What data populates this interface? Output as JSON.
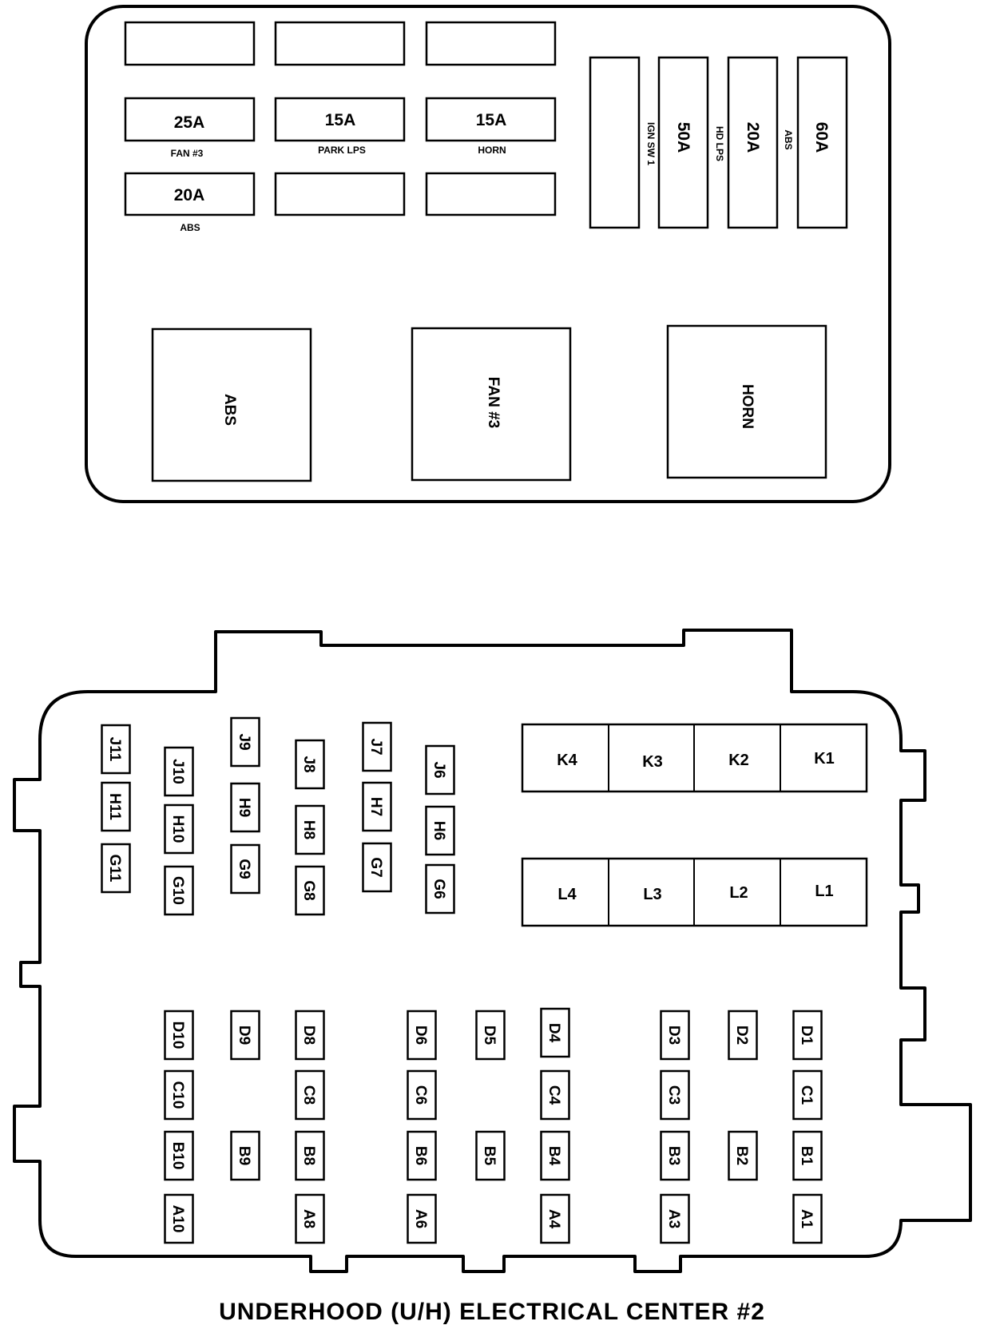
{
  "top_panel": {
    "fuses": [
      {
        "id": "f-r1c1",
        "value": "",
        "label": ""
      },
      {
        "id": "f-r1c2",
        "value": "",
        "label": ""
      },
      {
        "id": "f-r1c3",
        "value": "",
        "label": ""
      },
      {
        "id": "f-r2c1",
        "value": "25A",
        "label": "FAN #3"
      },
      {
        "id": "f-r2c2",
        "value": "15A",
        "label": "PARK LPS"
      },
      {
        "id": "f-r2c3",
        "value": "15A",
        "label": "HORN"
      },
      {
        "id": "f-r3c1",
        "value": "20A",
        "label": "ABS"
      },
      {
        "id": "f-r3c2",
        "value": "",
        "label": ""
      },
      {
        "id": "f-r3c3",
        "value": "",
        "label": ""
      }
    ],
    "maxi_fuses": [
      {
        "id": "m1",
        "value": "",
        "label": "IGN SW 1"
      },
      {
        "id": "m2",
        "value": "50A",
        "label": "HD LPS"
      },
      {
        "id": "m3",
        "value": "20A",
        "label": "ABS"
      },
      {
        "id": "m4",
        "value": "60A",
        "label": ""
      }
    ],
    "relays": [
      {
        "id": "r1",
        "label": "ABS"
      },
      {
        "id": "r2",
        "label": "FAN #3"
      },
      {
        "id": "r3",
        "label": "HORN"
      }
    ]
  },
  "bottom_panel": {
    "relays_k": [
      "K4",
      "K3",
      "K2",
      "K1"
    ],
    "relays_l": [
      "L4",
      "L3",
      "L2",
      "L1"
    ],
    "cavities": [
      "J11",
      "H11",
      "G11",
      "J10",
      "H10",
      "G10",
      "J9",
      "H9",
      "G9",
      "J8",
      "H8",
      "G8",
      "J7",
      "H7",
      "G7",
      "J6",
      "H6",
      "G6",
      "D10",
      "C10",
      "B10",
      "A10",
      "D9",
      "B9",
      "D8",
      "C8",
      "B8",
      "A8",
      "D6",
      "C6",
      "B6",
      "A6",
      "D5",
      "B5",
      "D4",
      "C4",
      "B4",
      "A4",
      "D3",
      "C3",
      "B3",
      "A3",
      "D2",
      "B2",
      "D1",
      "C1",
      "B1",
      "A1"
    ]
  },
  "caption": "UNDERHOOD (U/H) ELECTRICAL CENTER #2"
}
